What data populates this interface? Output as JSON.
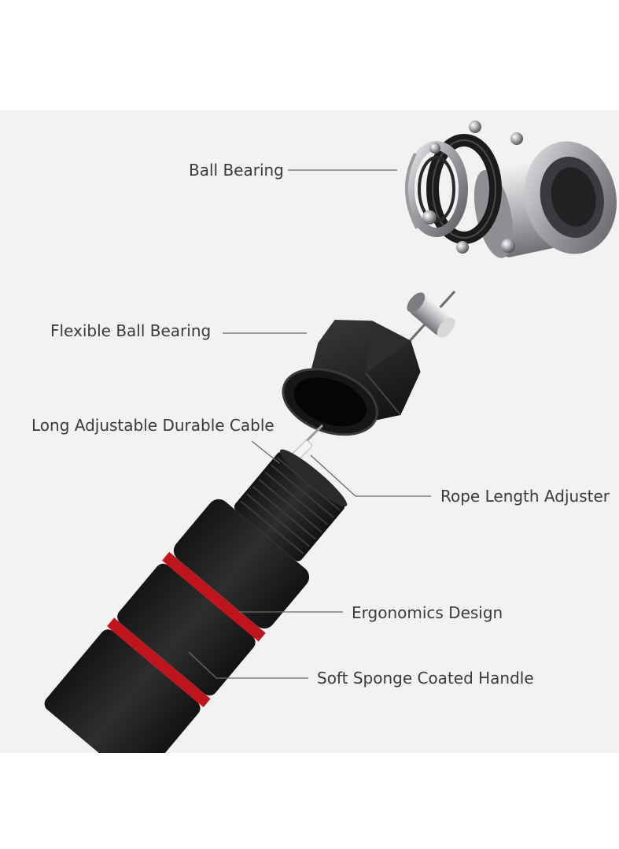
{
  "labels": {
    "ball_bearing": "Ball Bearing",
    "flexible_ball_bearing": "Flexible Ball Bearing",
    "long_cable": "Long Adjustable Durable Cable",
    "rope_length_adjuster": "Rope Length Adjuster",
    "ergonomics_design": "Ergonomics Design",
    "soft_sponge_handle": "Soft Sponge Coated Handle"
  },
  "colors": {
    "background": "#ffffff",
    "band": "#f2f2f2",
    "handle": "#1c1c1c",
    "accent": "#c0141d",
    "metal": "#a9aaac",
    "text": "#3a3a3a",
    "leader": "#6a6a6a"
  }
}
